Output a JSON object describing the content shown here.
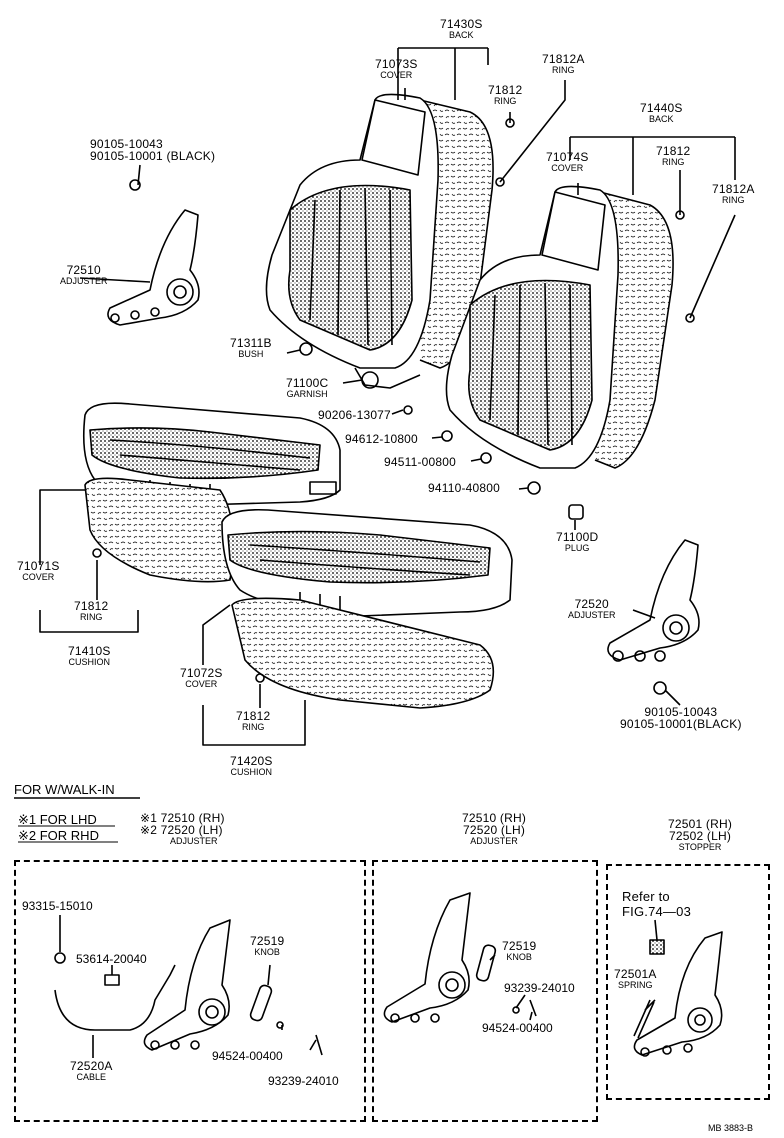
{
  "labels": {
    "back_l": {
      "pn": "71430S",
      "sub": "BACK"
    },
    "cover_l": {
      "pn": "71073S",
      "sub": "COVER"
    },
    "ring_l1": {
      "pn": "71812",
      "sub": "RING"
    },
    "ring_l2": {
      "pn": "71812A",
      "sub": "RING"
    },
    "bolt_tl1": {
      "pn": "90105-10043"
    },
    "bolt_tl2": {
      "pn": "90105-10001 (BLACK)"
    },
    "adj_l": {
      "pn": "72510",
      "sub": "ADJUSTER"
    },
    "back_r": {
      "pn": "71440S",
      "sub": "BACK"
    },
    "cover_r": {
      "pn": "71074S",
      "sub": "COVER"
    },
    "ring_r1": {
      "pn": "71812",
      "sub": "RING"
    },
    "ring_r2": {
      "pn": "71812A",
      "sub": "RING"
    },
    "bush": {
      "pn": "71311B",
      "sub": "BUSH"
    },
    "garnish": {
      "pn": "71100C",
      "sub": "GARNISH"
    },
    "p90206": {
      "pn": "90206-13077"
    },
    "p94612": {
      "pn": "94612-10800"
    },
    "p94511": {
      "pn": "94511-00800"
    },
    "p94110": {
      "pn": "94110-40800"
    },
    "plug": {
      "pn": "71100D",
      "sub": "PLUG"
    },
    "cover_cl": {
      "pn": "71071S",
      "sub": "COVER"
    },
    "ring_cl": {
      "pn": "71812",
      "sub": "RING"
    },
    "cushion_l": {
      "pn": "71410S",
      "sub": "CUSHION"
    },
    "adj_r": {
      "pn": "72520",
      "sub": "ADJUSTER"
    },
    "bolt_br1": {
      "pn": "90105-10043"
    },
    "bolt_br2": {
      "pn": "90105-10001(BLACK)"
    },
    "cover_cr": {
      "pn": "71072S",
      "sub": "COVER"
    },
    "ring_cr": {
      "pn": "71812",
      "sub": "RING"
    },
    "cushion_r": {
      "pn": "71420S",
      "sub": "CUSHION"
    }
  },
  "walkin": {
    "title": "FOR W/WALK-IN",
    "note1": "※1  FOR LHD",
    "note2": "※2  FOR RHD",
    "b1_line1": "※1  72510 (RH)",
    "b1_line2": "※2  72520 (LH)",
    "b1_sub": "ADJUSTER",
    "b2_line1": "72510 (RH)",
    "b2_line2": "72520 (LH)",
    "b2_sub": "ADJUSTER",
    "b3_line1": "72501 (RH)",
    "b3_line2": "72502 (LH)",
    "b3_sub": "STOPPER",
    "p93315": "93315-15010",
    "p53614": "53614-20040",
    "knob1": {
      "pn": "72519",
      "sub": "KNOB"
    },
    "cable": {
      "pn": "72520A",
      "sub": "CABLE"
    },
    "p94524a": "94524-00400",
    "p93239a": "93239-24010",
    "knob2": {
      "pn": "72519",
      "sub": "KNOB"
    },
    "p93239b": "93239-24010",
    "p94524b": "94524-00400",
    "refer1": "Refer to",
    "refer2": "FIG.74—03",
    "spring": {
      "pn": "72501A",
      "sub": "SPRING"
    }
  },
  "footer": "MB 3883-B"
}
